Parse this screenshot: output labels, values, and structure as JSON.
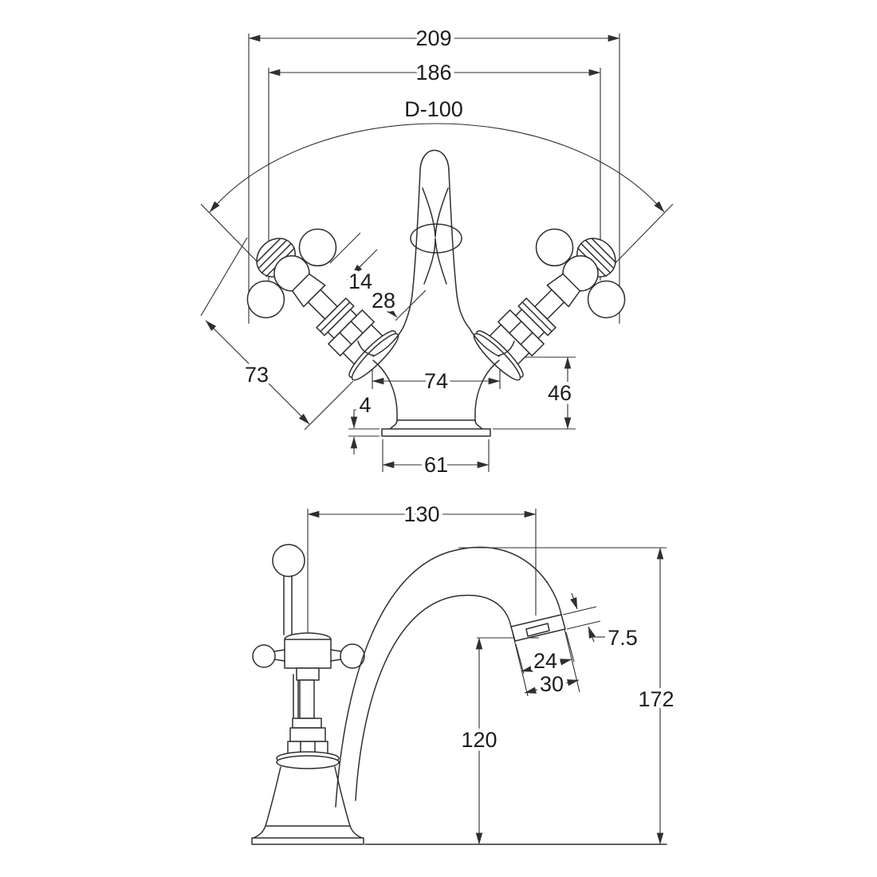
{
  "drawing": {
    "front_view": {
      "dimensions": {
        "overall_width": "209",
        "handle_spread": "186",
        "handle_arc_diameter": "D-100",
        "stem_width": "14",
        "stem_to_spout": "28",
        "handle_length": "73",
        "body_width": "74",
        "body_height": "46",
        "base_plate_thickness": "4",
        "base_width": "61"
      }
    },
    "side_view": {
      "dimensions": {
        "spout_reach": "130",
        "spout_tip_depth": "7.5",
        "outlet_width": "24",
        "spout_end_width": "30",
        "overall_height": "172",
        "spout_outlet_height": "120"
      }
    },
    "colors": {
      "line": "#2f2f2f",
      "background": "#ffffff"
    }
  }
}
